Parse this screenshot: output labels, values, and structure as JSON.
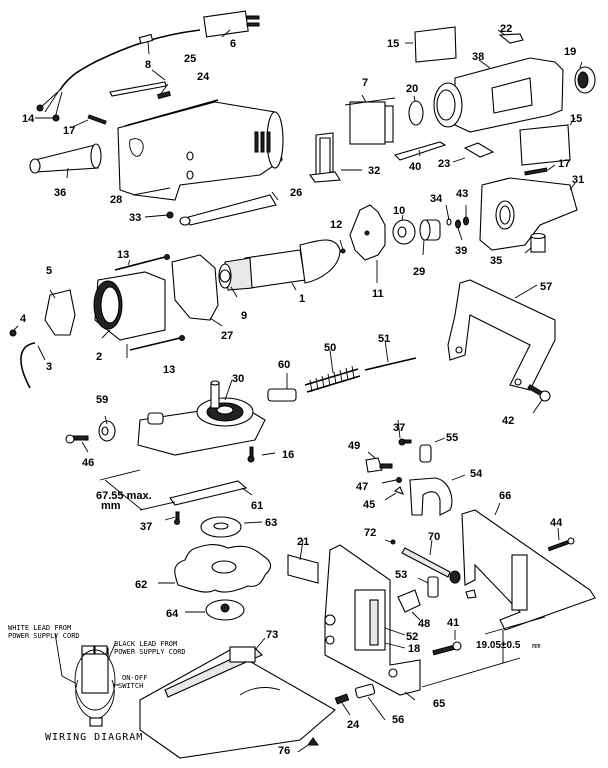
{
  "title": "Biscuit Joiner Exploded Parts Diagram",
  "parts": {
    "p1": "1",
    "p2": "2",
    "p3": "3",
    "p4": "4",
    "p5": "5",
    "p6": "6",
    "p7": "7",
    "p8": "8",
    "p9": "9",
    "p10": "10",
    "p11": "11",
    "p12": "12",
    "p13a": "13",
    "p13b": "13",
    "p14": "14",
    "p15a": "15",
    "p15b": "15",
    "p16": "16",
    "p17a": "17",
    "p17b": "17",
    "p18": "18",
    "p19": "19",
    "p20": "20",
    "p21": "21",
    "p22": "22",
    "p23": "23",
    "p24a": "24",
    "p24b": "24",
    "p25": "25",
    "p26": "26",
    "p27": "27",
    "p28": "28",
    "p29": "29",
    "p30": "30",
    "p31": "31",
    "p32": "32",
    "p33": "33",
    "p34": "34",
    "p35": "35",
    "p36": "36",
    "p37a": "37",
    "p37b": "37",
    "p38": "38",
    "p39": "39",
    "p40": "40",
    "p41": "41",
    "p42": "42",
    "p43": "43",
    "p44": "44",
    "p45": "45",
    "p46": "46",
    "p47": "47",
    "p48": "48",
    "p49": "49",
    "p50": "50",
    "p51": "51",
    "p52": "52",
    "p53": "53",
    "p54": "54",
    "p55": "55",
    "p56": "56",
    "p57": "57",
    "p59": "59",
    "p60": "60",
    "p61": "61",
    "p62": "62",
    "p63": "63",
    "p64": "64",
    "p65": "65",
    "p66": "66",
    "p70": "70",
    "p72": "72",
    "p73": "73",
    "p76": "76"
  },
  "dimensions": {
    "blade_depth_line1": "67.55 max.",
    "blade_depth_line2": "mm",
    "fence_height": "19.05±0.5",
    "fence_height_unit": "mm"
  },
  "wiring": {
    "white_lead_line1": "WHITE LEAD FROM",
    "white_lead_line2": "POWER SUPPLY CORD",
    "black_lead_line1": "BLACK LEAD FROM",
    "black_lead_line2": "POWER SUPPLY CORD",
    "switch_line1": "ON-OFF",
    "switch_line2": "SWITCH",
    "caption": "WIRING DIAGRAM"
  }
}
